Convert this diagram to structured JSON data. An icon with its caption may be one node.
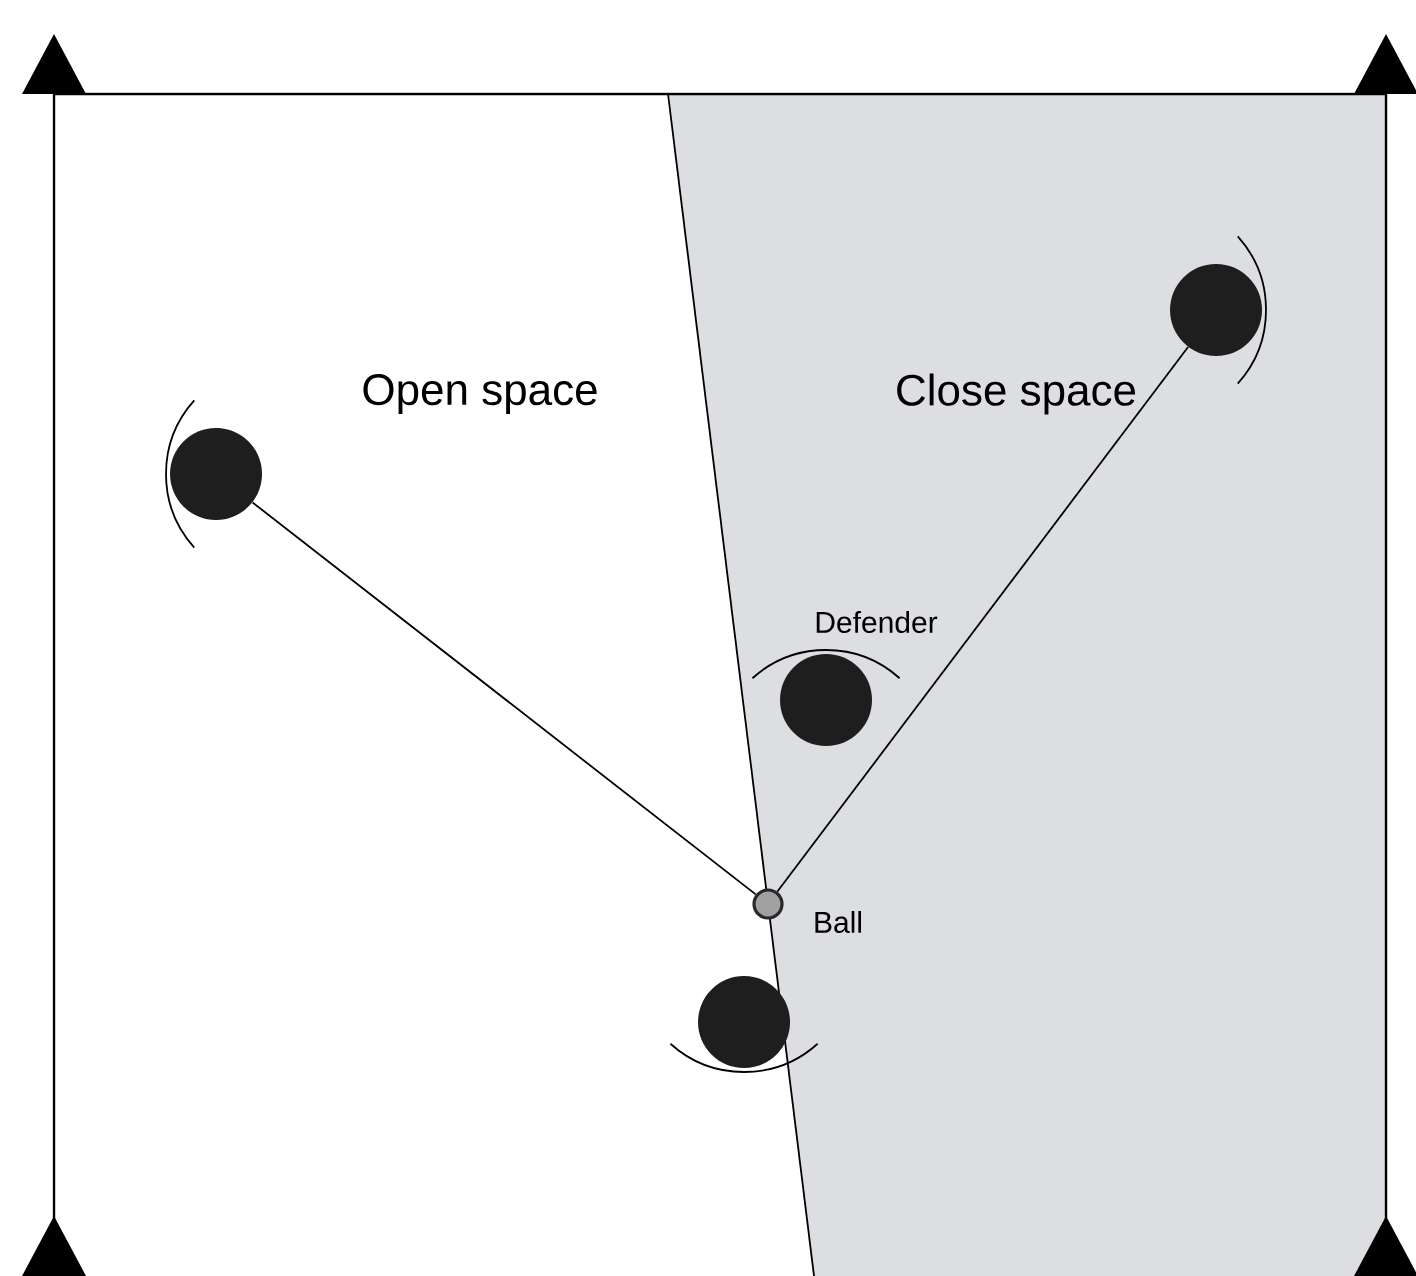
{
  "diagram": {
    "nodes": [
      {
        "text": [],
        "shape": "circle"
      },
      {
        "text": [],
        "shape": "circle"
      },
      {
        "text": [],
        "shape": "circle",
        "beside": [
          "Defender"
        ]
      },
      {
        "text": [],
        "shape": "circle",
        "beside": [
          "Ball"
        ]
      },
      {
        "text": [],
        "shape": "circle"
      }
    ],
    "edges": [
      {
        "from": 3,
        "to": 0,
        "arrow": "none"
      },
      {
        "from": 3,
        "to": 1,
        "arrow": "none"
      }
    ],
    "labels": [
      "Open space",
      "Close space"
    ]
  }
}
